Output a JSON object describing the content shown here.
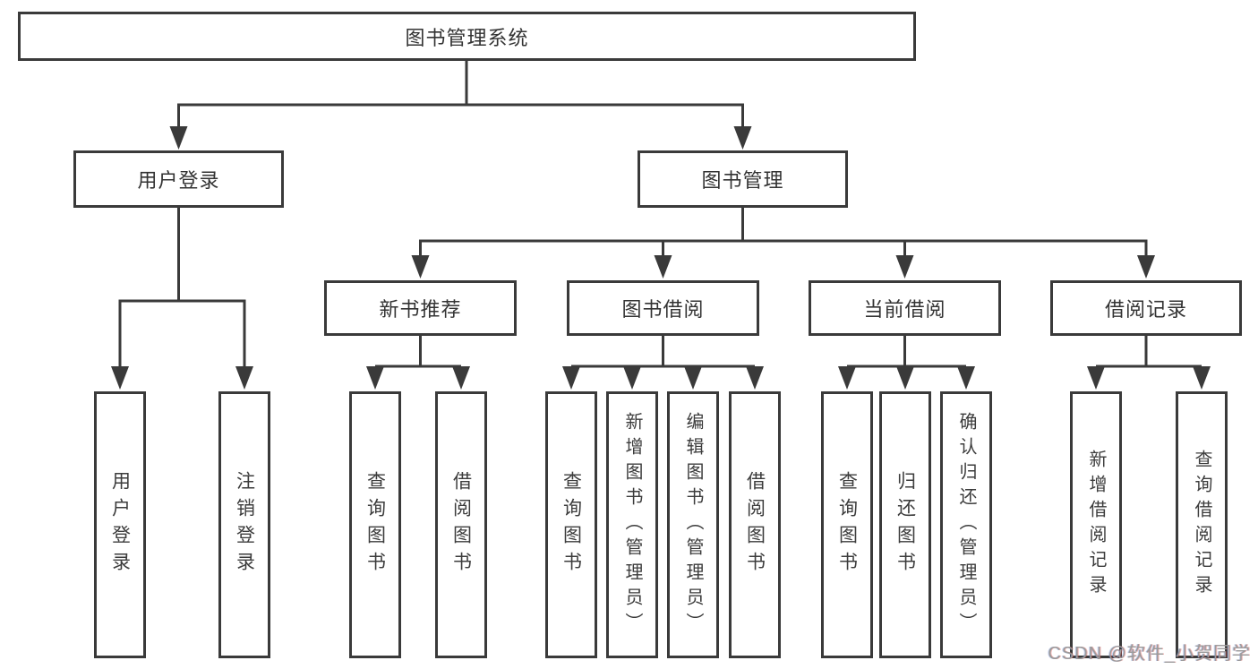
{
  "nodes": {
    "root": {
      "label": "图书管理系统"
    },
    "level2": {
      "user_login": {
        "label": "用户登录"
      },
      "book_management": {
        "label": "图书管理"
      }
    },
    "level3": {
      "new_book_recommend": {
        "label": "新书推荐"
      },
      "book_borrowing": {
        "label": "图书借阅"
      },
      "current_borrowing": {
        "label": "当前借阅"
      },
      "borrow_records": {
        "label": "借阅记录"
      }
    },
    "leaves": [
      "用户登录",
      "注销登录",
      "查询图书",
      "借阅图书",
      "查询图书",
      "新增图书（管理员）",
      "编辑图书（管理员）",
      "借阅图书",
      "查询图书",
      "归还图书",
      "确认归还（管理员）",
      "新增借阅记录",
      "查询借阅记录"
    ]
  },
  "watermark": "CSDN @软件_小贺同学",
  "colors": {
    "line": "#3a3a3a",
    "border": "#3a3a3a",
    "text": "#333333",
    "leaf_text": "#3c3c3c",
    "watermark": "#9b9b9b",
    "background": "#ffffff"
  }
}
